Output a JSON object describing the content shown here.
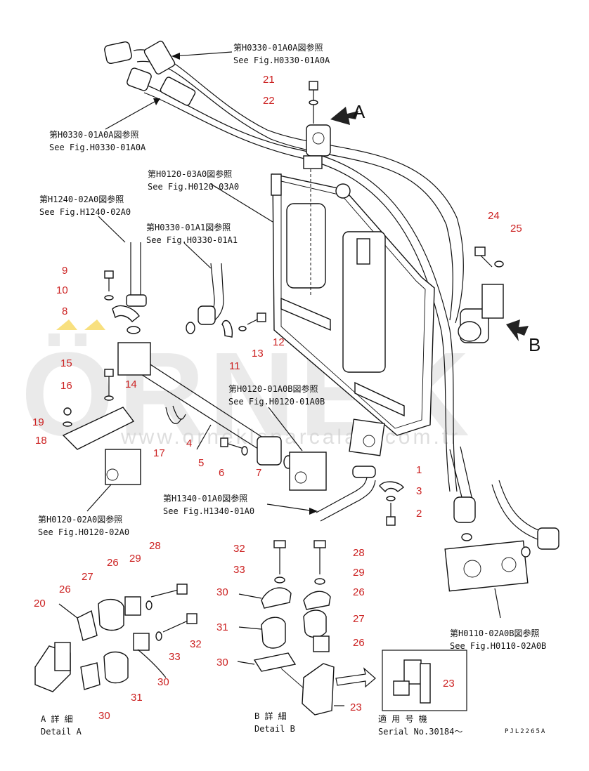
{
  "watermark": {
    "brand": "ÖRNEK",
    "site": "www.orneklsparcalari.com.tr",
    "accent": "#f2c200"
  },
  "refs": {
    "r1_jp": "第H0330-01A0A図参照",
    "r1_en": "See Fig.H0330-01A0A",
    "r2_jp": "第H0330-01A0A図参照",
    "r2_en": "See Fig.H0330-01A0A",
    "r3_jp": "第H0120-03A0図参照",
    "r3_en": "See Fig.H0120-03A0",
    "r4_jp": "第H1240-02A0図参照",
    "r4_en": "See Fig.H1240-02A0",
    "r5_jp": "第H0330-01A1図参照",
    "r5_en": "See Fig.H0330-01A1",
    "r6_jp": "第H0120-01A0B図参照",
    "r6_en": "See Fig.H0120-01A0B",
    "r7_jp": "第H1340-01A0図参照",
    "r7_en": "See Fig.H1340-01A0",
    "r8_jp": "第H0120-02A0図参照",
    "r8_en": "See Fig.H0120-02A0",
    "r9_jp": "第H0110-02A0B図参照",
    "r9_en": "See Fig.H0110-02A0B"
  },
  "views": {
    "a": "A",
    "b": "B"
  },
  "details": {
    "a_jp": "A 詳 細",
    "a_en": "Detail A",
    "b_jp": "B 詳 細",
    "b_en": "Detail B",
    "serial_jp": "適 用 号 機",
    "serial_en": "Serial No.30184〜",
    "code": "PJL2265A"
  },
  "parts": {
    "p1": "1",
    "p2": "2",
    "p3": "3",
    "p4": "4",
    "p5": "5",
    "p6": "6",
    "p7": "7",
    "p8": "8",
    "p9": "9",
    "p10": "10",
    "p11": "11",
    "p12": "12",
    "p13": "13",
    "p14": "14",
    "p15": "15",
    "p16": "16",
    "p17": "17",
    "p18": "18",
    "p19": "19",
    "p20": "20",
    "p21": "21",
    "p22": "22",
    "p23": "23",
    "p24": "24",
    "p25": "25",
    "p26": "26",
    "p27": "27",
    "p28": "28",
    "p29": "29",
    "p30": "30",
    "p31": "31",
    "p32": "32",
    "p33": "33"
  }
}
